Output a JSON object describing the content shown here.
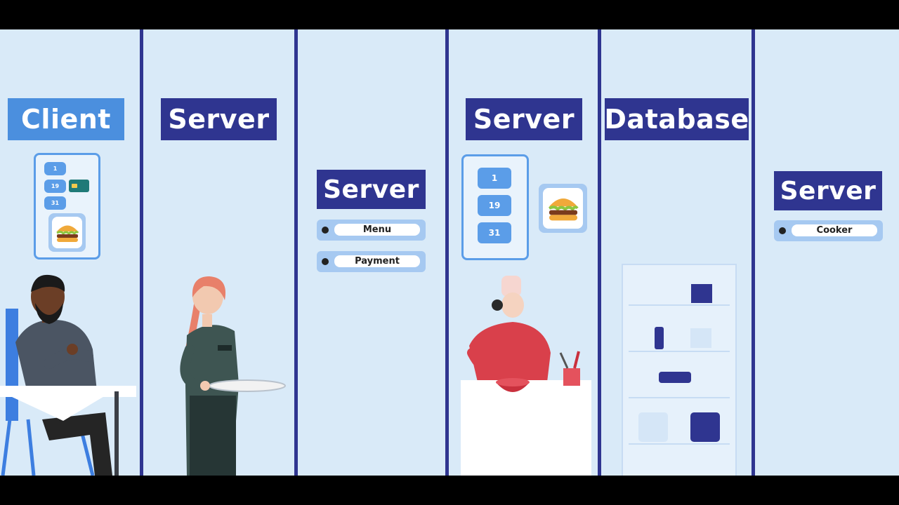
{
  "columns": {
    "client": {
      "title": "Client"
    },
    "server_waiter": {
      "title": "Server"
    },
    "server_menu": {
      "title": "Server",
      "items": [
        "Menu",
        "Payment"
      ]
    },
    "server_kitchen": {
      "title": "Server"
    },
    "database": {
      "title": "Database"
    },
    "server_cooker": {
      "title": "Server",
      "items": [
        "Cooker"
      ]
    }
  },
  "client_order": {
    "numbers": [
      "1",
      "19",
      "31"
    ]
  },
  "kitchen_order": {
    "numbers": [
      "1",
      "19",
      "31"
    ]
  },
  "colors": {
    "navy": "#2f3590",
    "light_blue": "#4b8fde",
    "background": "#d9eaf8",
    "bubble": "#5b9de8"
  },
  "icons": [
    "burger-icon",
    "credit-card-icon",
    "bottle-icon",
    "box-icon"
  ]
}
